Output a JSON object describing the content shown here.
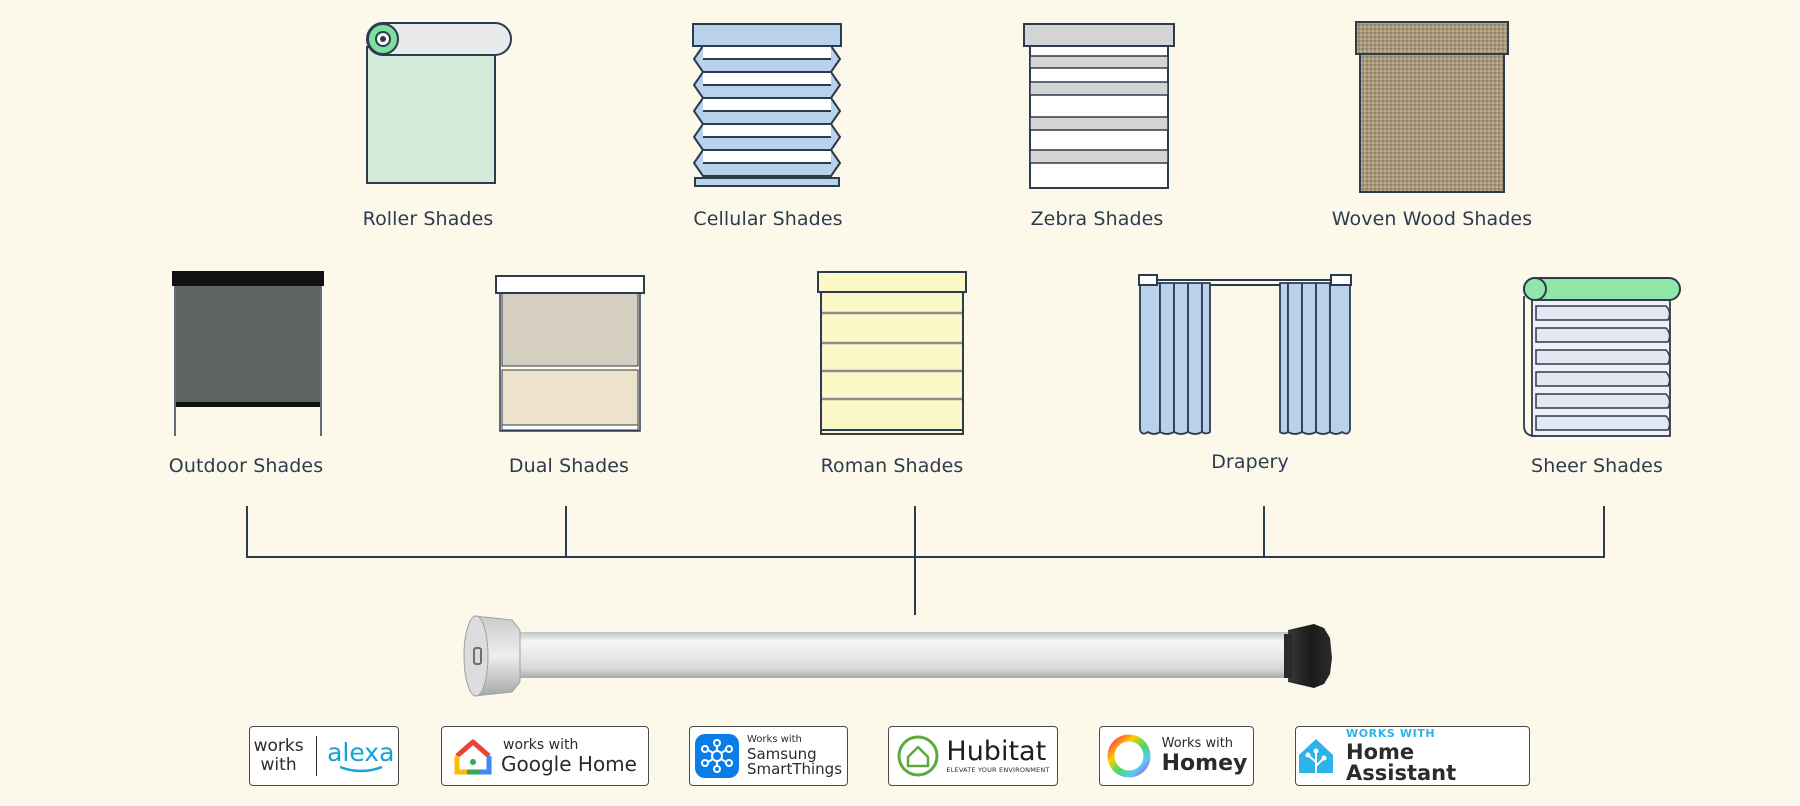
{
  "shades": {
    "roller": "Roller Shades",
    "cellular": "Cellular Shades",
    "zebra": "Zebra Shades",
    "woven": "Woven Wood Shades",
    "outdoor": "Outdoor Shades",
    "dual": "Dual Shades",
    "roman": "Roman Shades",
    "drapery": "Drapery",
    "sheer": "Sheer Shades"
  },
  "badges": {
    "alexa": {
      "line1": "works",
      "line2": "with",
      "brand": "alexa"
    },
    "google": {
      "small": "works with",
      "big": "Google Home"
    },
    "smartthings": {
      "small": "Works with",
      "line1": "Samsung",
      "line2": "SmartThings"
    },
    "hubitat": {
      "brand": "Hubitat",
      "tagline": "ELEVATE YOUR ENVIRONMENT"
    },
    "homey": {
      "small": "Works with",
      "big": "Homey"
    },
    "homeassistant": {
      "small": "WORKS WITH",
      "big": "Home Assistant"
    }
  },
  "colors": {
    "background": "#fcf9ea",
    "outline": "#2d3b4e",
    "roller_fill": "#d3ebd9",
    "roller_accent": "#7ee0a0",
    "cellular_fill": "#b8d2ec",
    "zebra_band": "#d4d4d4",
    "woven_fill": "#a8997c",
    "outdoor_fill": "#606460",
    "dual_top": "#d4cfc1",
    "dual_bottom": "#ede2cb",
    "roman_fill": "#fbf8c8",
    "drapery_fill": "#b8d2ec",
    "sheer_accent": "#8fe6a8",
    "alexa_blue": "#14a3d6",
    "smartthings_blue": "#0a7ee8",
    "hubitat_green": "#5bab3c",
    "homeassistant_blue": "#2bb3ea"
  }
}
